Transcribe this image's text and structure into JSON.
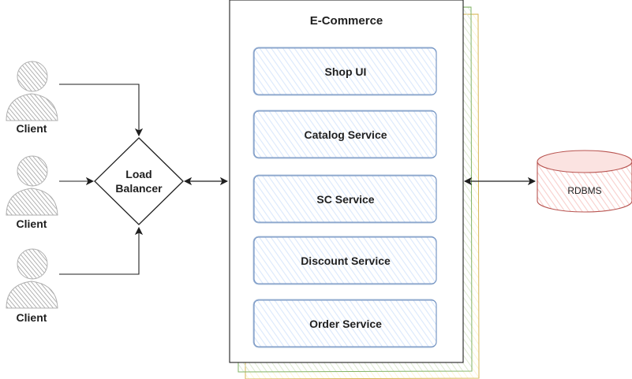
{
  "diagram": {
    "system": {
      "title": "E-Commerce"
    },
    "services": [
      {
        "label": "Shop UI"
      },
      {
        "label": "Catalog Service"
      },
      {
        "label": "SC Service"
      },
      {
        "label": "Discount Service"
      },
      {
        "label": "Order Service"
      }
    ],
    "clients": [
      {
        "label": "Client",
        "icon": "user-icon"
      },
      {
        "label": "Client",
        "icon": "user-icon"
      },
      {
        "label": "Client",
        "icon": "user-icon"
      }
    ],
    "load_balancer": {
      "line1": "Load",
      "line2": "Balancer"
    },
    "database": {
      "label": "RDBMS"
    },
    "colors": {
      "service_stroke": "#6c8ebf",
      "service_fill": "#dae8fc",
      "db_stroke": "#b85450",
      "db_fill": "#f8cecc",
      "stack_green": "#82b366",
      "stack_yellow": "#d6b656",
      "user_icon": "#b0b0b0"
    }
  }
}
